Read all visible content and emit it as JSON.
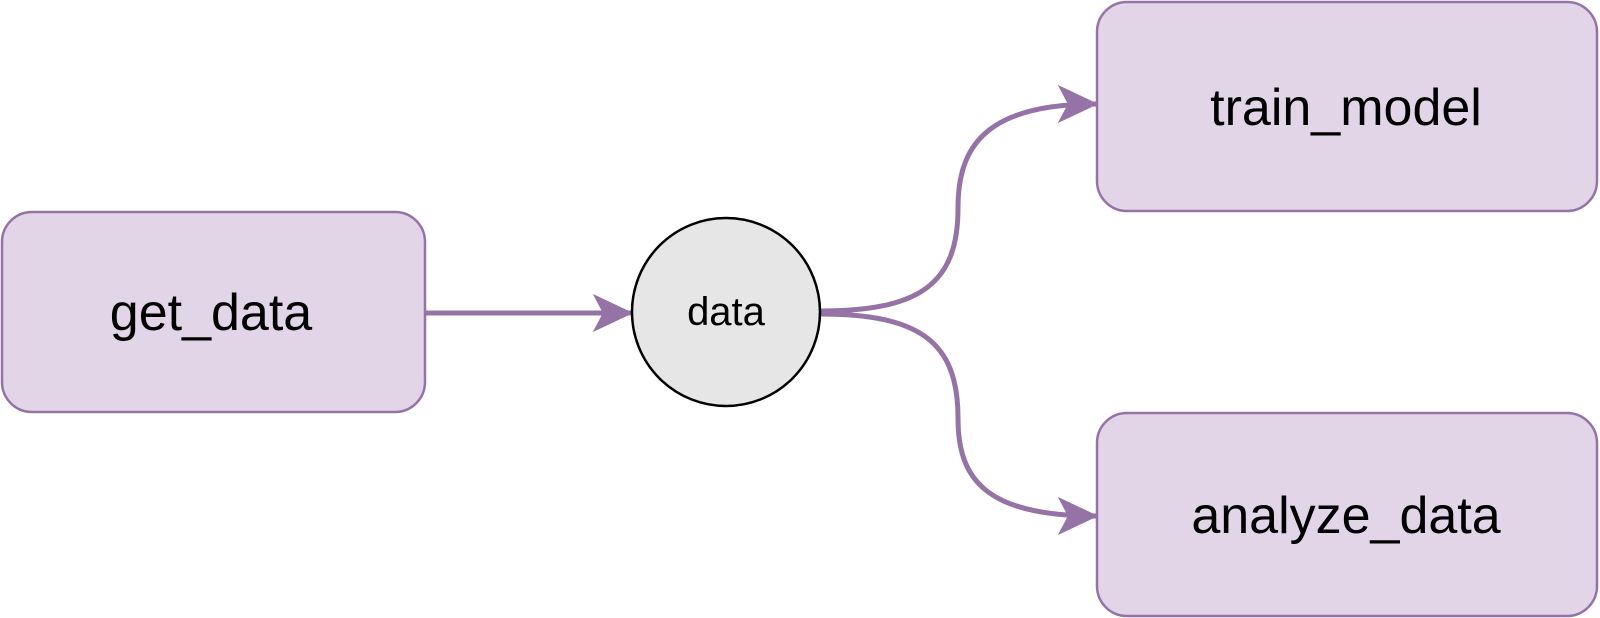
{
  "diagram": {
    "colors": {
      "process_fill": "#e1d5e7",
      "process_stroke": "#9673a6",
      "data_fill": "#e6e6e6",
      "data_stroke": "#000000",
      "edge": "#9673a6",
      "text": "#000000"
    },
    "nodes": {
      "get_data": {
        "label": "get_data"
      },
      "data": {
        "label": "data"
      },
      "train_model": {
        "label": "train_model"
      },
      "analyze_data": {
        "label": "analyze_data"
      }
    },
    "edges": [
      {
        "from": "get_data",
        "to": "data"
      },
      {
        "from": "data",
        "to": "train_model"
      },
      {
        "from": "data",
        "to": "analyze_data"
      }
    ]
  }
}
